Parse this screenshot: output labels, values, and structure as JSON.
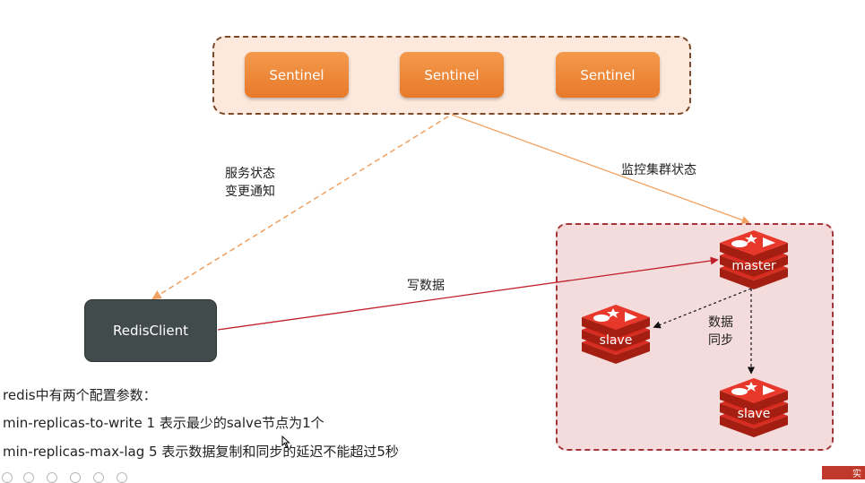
{
  "sentinels": [
    {
      "label": "Sentinel"
    },
    {
      "label": "Sentinel"
    },
    {
      "label": "Sentinel"
    }
  ],
  "client": {
    "label": "RedisClient"
  },
  "edges": {
    "notify_label_line1": "服务状态",
    "notify_label_line2": "变更通知",
    "monitor_label": "监控集群状态",
    "write_label": "写数据",
    "sync_label_line1": "数据",
    "sync_label_line2": "同步"
  },
  "nodes": {
    "master": "master",
    "slave_left": "slave",
    "slave_right": "slave"
  },
  "notes": [
    "redis中有两个配置参数：",
    "min-replicas-to-write 1   表示最少的salve节点为1个",
    "min-replicas-max-lag 5  表示数据复制和同步的延迟不能超过5秒"
  ],
  "icons": {
    "redis": "redis-logo-icon",
    "cursor": "mouse-cursor-icon"
  },
  "colors": {
    "sentinel_orange": "#ed8436",
    "client_dark": "#424b4b",
    "redis_red": "#d82c20",
    "group_border_red": "#a4363b",
    "monitor_line": "#f0a060",
    "write_line": "#c0202a"
  },
  "corner_badge": "实"
}
